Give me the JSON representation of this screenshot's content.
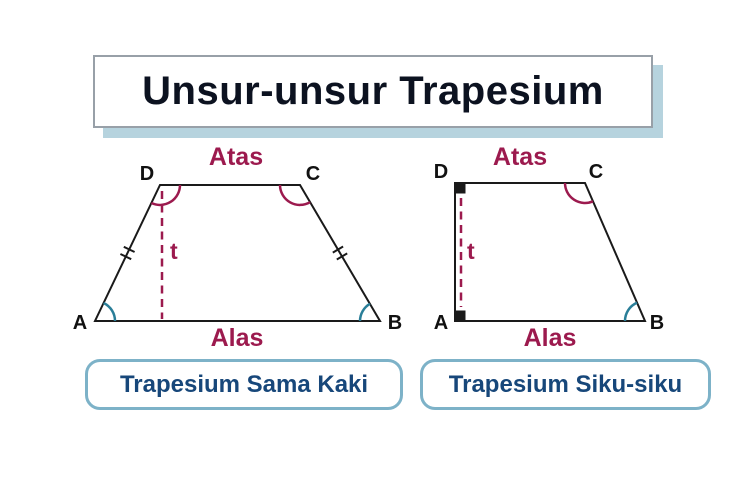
{
  "title": "Unsur-unsur Trapesium",
  "figures": {
    "left": {
      "caption": "Trapesium Sama Kaki",
      "top_label": "Atas",
      "bottom_label": "Alas",
      "height_label": "t",
      "vertex_a": "A",
      "vertex_b": "B",
      "vertex_c": "C",
      "vertex_d": "D"
    },
    "right": {
      "caption": "Trapesium Siku-siku",
      "top_label": "Atas",
      "bottom_label": "Alas",
      "height_label": "t",
      "vertex_a": "A",
      "vertex_b": "B",
      "vertex_c": "C",
      "vertex_d": "D"
    }
  },
  "colors": {
    "label_accent": "#9c1a4e",
    "angle_arc_top": "#9c1a4e",
    "angle_arc_bottom": "#2a7e98",
    "caption_text": "#17477a",
    "caption_border": "#7db2c8",
    "title_text": "#0c1220",
    "title_shadow": "#b6d3de",
    "outline": "#1a1a1a",
    "background": "#ffffff"
  }
}
